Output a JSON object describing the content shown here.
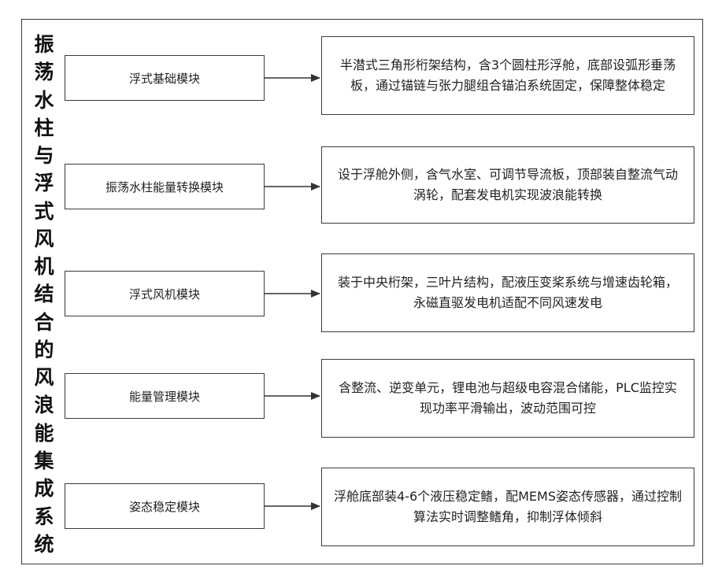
{
  "title_chars": [
    "振",
    "荡",
    "水",
    "柱",
    "与",
    "浮",
    "式",
    "风",
    "机",
    "结",
    "合",
    "的",
    "风",
    "浪",
    "能",
    "集",
    "成",
    "系",
    "统"
  ],
  "modules": [
    {
      "name": "浮式基础模块",
      "description": "半潜式三角形桁架结构，含3个圆柱形浮舱，底部设弧形垂荡板，通过锚链与张力腿组合锚泊系统固定，保障整体稳定"
    },
    {
      "name": "振荡水柱能量转换模块",
      "description": "设于浮舱外侧，含气水室、可调节导流板，顶部装自整流气动涡轮，配套发电机实现波浪能转换"
    },
    {
      "name": "浮式风机模块",
      "description": "装于中央桁架，三叶片结构，配液压变桨系统与增速齿轮箱，永磁直驱发电机适配不同风速发电"
    },
    {
      "name": "能量管理模块",
      "description": "含整流、逆变单元，锂电池与超级电容混合储能，PLC监控实现功率平滑输出，波动范围可控"
    },
    {
      "name": "姿态稳定模块",
      "description": "浮舱底部装4-6个液压稳定鳍，配MEMS姿态传感器，通过控制算法实时调整鳍角，抑制浮体倾斜"
    }
  ]
}
